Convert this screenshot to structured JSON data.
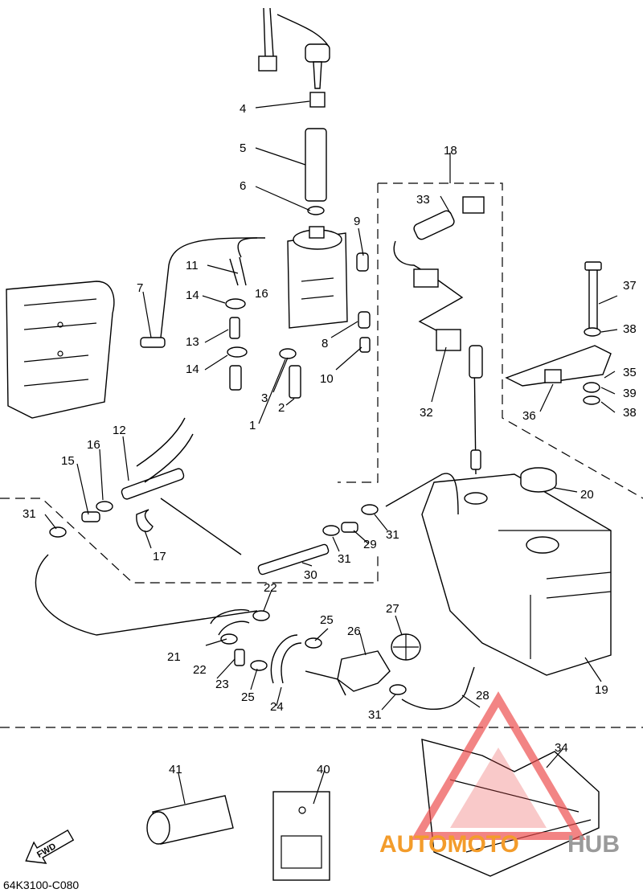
{
  "diagram": {
    "code": "64K3100-C080",
    "fwd_label": "FWD",
    "callouts": [
      "4",
      "5",
      "6",
      "7",
      "11",
      "16",
      "14",
      "13",
      "14",
      "3",
      "2",
      "1",
      "9",
      "8",
      "10",
      "18",
      "33",
      "32",
      "37",
      "38",
      "35",
      "39",
      "36",
      "38",
      "12",
      "16",
      "15",
      "31",
      "17",
      "30",
      "31",
      "29",
      "31",
      "20",
      "19",
      "22",
      "21",
      "22",
      "23",
      "25",
      "24",
      "25",
      "26",
      "27",
      "31",
      "28",
      "34",
      "41",
      "40"
    ]
  },
  "watermark": {
    "text_left": "AUTOMOTO",
    "text_right": "HUB",
    "color_left": "#f39c2b",
    "color_right": "#9a9a9a",
    "color_logo": "#ec4b4b"
  }
}
